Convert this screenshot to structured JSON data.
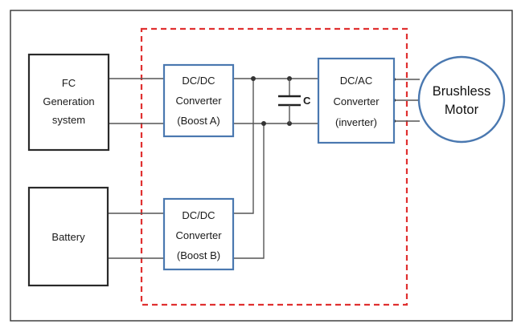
{
  "blocks": {
    "fc": {
      "lines": [
        "FC",
        "Generation",
        "system"
      ]
    },
    "battery": {
      "lines": [
        "Battery"
      ]
    },
    "boost_a": {
      "lines": [
        "DC/DC",
        "Converter",
        "(Boost A)"
      ]
    },
    "boost_b": {
      "lines": [
        "DC/DC",
        "Converter",
        "(Boost B)"
      ]
    },
    "inverter": {
      "lines": [
        "DC/AC",
        "Converter",
        "(inverter)"
      ]
    },
    "motor": {
      "lines": [
        "Brushless",
        "Motor"
      ]
    }
  },
  "capacitor": {
    "label": "C"
  },
  "colors": {
    "converter_border": "#4a78b0",
    "motor_border": "#4a78b0",
    "dashed_boundary": "#e03030",
    "source_border": "#2a2a2a"
  }
}
